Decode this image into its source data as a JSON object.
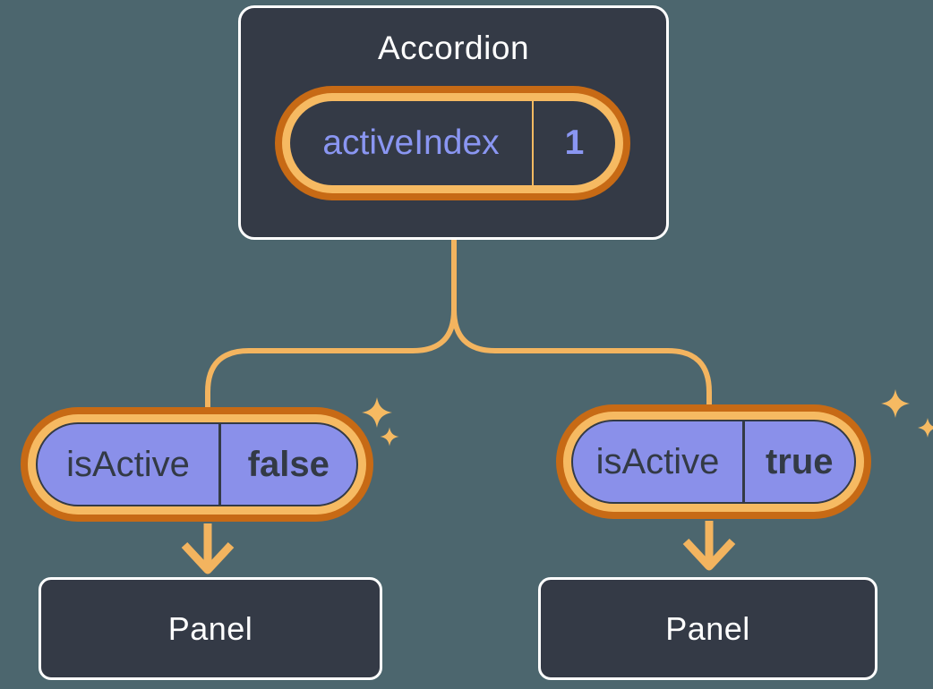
{
  "diagram": {
    "root": {
      "title": "Accordion",
      "pill": {
        "label": "activeIndex",
        "value": "1"
      }
    },
    "children": [
      {
        "pill": {
          "label": "isActive",
          "value": "false"
        },
        "panel": "Panel"
      },
      {
        "pill": {
          "label": "isActive",
          "value": "true"
        },
        "panel": "Panel"
      }
    ]
  },
  "colors": {
    "background": "#4C666E",
    "card_fill": "#343A46",
    "card_border": "#FFFFFF",
    "orange_dark": "#C76A15",
    "orange_light": "#F6BA62",
    "connector": "#F3B45F",
    "purple_fill": "#8A90EA",
    "purple_text": "#8A96F2",
    "dark_text": "#333A45"
  },
  "icons": {
    "sparkle": "sparkle-icon"
  }
}
